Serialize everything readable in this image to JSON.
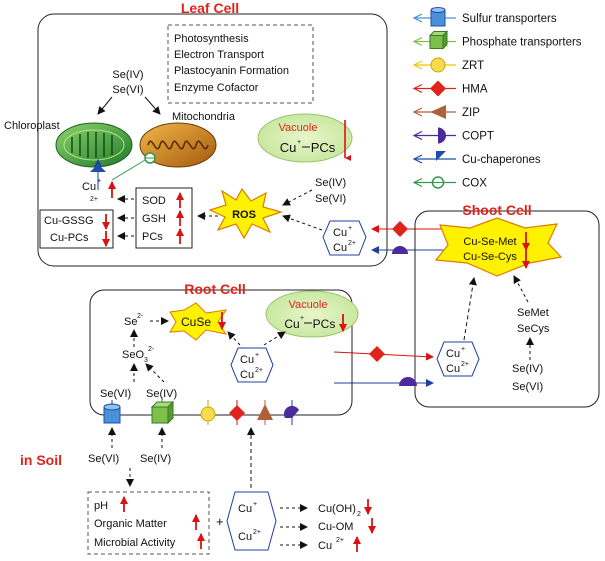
{
  "titles": {
    "leaf_cell": "Leaf Cell",
    "shoot_cell": "Shoot Cell",
    "root_cell": "Root Cell",
    "in_soil": "in Soil"
  },
  "legend": [
    {
      "label": "Sulfur transporters",
      "color": "#4a90d9",
      "icon": "cylinder-icon"
    },
    {
      "label": "Phosphate transporters",
      "color": "#7cc04b",
      "icon": "cube-icon"
    },
    {
      "label": "ZRT",
      "color": "#f2c500",
      "icon": "circle-icon"
    },
    {
      "label": "HMA",
      "color": "#e0241b",
      "icon": "diamond-icon"
    },
    {
      "label": "ZIP",
      "color": "#b0613a",
      "icon": "triangle-icon"
    },
    {
      "label": "COPT",
      "color": "#4b2a9a",
      "icon": "half-circle-icon"
    },
    {
      "label": "Cu-chaperones",
      "color": "#1e4fa8",
      "icon": "wedge-icon"
    },
    {
      "label": "COX",
      "color": "#2e9a4a",
      "icon": "ring-icon"
    }
  ],
  "leaf": {
    "functions": [
      "Photosynthesis",
      "Electron Transport",
      "Plastocyanin Formation",
      "Enzyme Cofactor"
    ],
    "se_iv": "Se(IV)",
    "se_vi": "Se(VI)",
    "chloroplast": "Chloroplast",
    "mitochondria": "Mitochondria",
    "vacuole": "Vacuole",
    "vacuole_cu": "Cu",
    "vacuole_pcs": "PCs",
    "cu": "Cu",
    "cu_sup1": "+",
    "cu_sup2": "2+",
    "enzymes": [
      "SOD",
      "GSH",
      "PCs"
    ],
    "complexes": [
      "Cu-GSSG",
      "Cu-PCs"
    ],
    "ros": "ROS",
    "se_iv_right": "Se(IV)",
    "se_vi_right": "Se(VI)"
  },
  "shoot": {
    "complexes": [
      "Cu-Se-Met",
      "Cu-Se-Cys"
    ],
    "semet": "SeMet",
    "secys": "SeCys",
    "se_iv": "Se(IV)",
    "se_vi": "Se(VI)"
  },
  "root": {
    "se2": "Se",
    "se2_sup": "2-",
    "seo3": "SeO",
    "seo3_sub": "3",
    "seo3_sup": "2-",
    "cuse": "CuSe",
    "vacuole": "Vacuole",
    "vacuole_cu": "Cu",
    "vacuole_pcs": "PCs",
    "se_vi": "Se(VI)",
    "se_iv": "Se(IV)"
  },
  "soil": {
    "se_vi": "Se(VI)",
    "se_iv": "Se(IV)",
    "factors": [
      "pH",
      "Organic Matter",
      "Microbial Activity"
    ],
    "plus": "+",
    "products": [
      "Cu(OH)",
      "Cu-OM",
      "Cu"
    ],
    "cuoh_sub": "2",
    "cu_sup": "2+"
  },
  "cu_labels": {
    "cu": "Cu",
    "plus": "+",
    "two_plus": "2+"
  }
}
